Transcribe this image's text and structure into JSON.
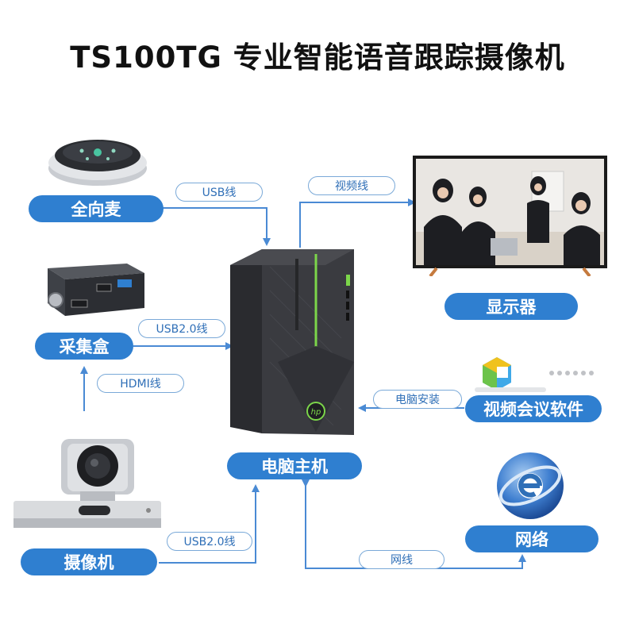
{
  "title": "TS100TG 专业智能语音跟踪摄像机",
  "nodes": {
    "mic": "全向麦",
    "capture_box": "采集盒",
    "camera": "摄像机",
    "display": "显示器",
    "software": "视频会议软件",
    "network": "网络",
    "pc": "电脑主机"
  },
  "links": {
    "usb": "USB线",
    "video": "视频线",
    "usb2_capture": "USB2.0线",
    "hdmi": "HDMI线",
    "install": "电脑安装",
    "usb2_camera": "USB2.0线",
    "netline": "网线"
  },
  "colors": {
    "accent": "#2f7fd0",
    "line": "#4a8ad4",
    "pc_glow": "#7cd64a"
  }
}
